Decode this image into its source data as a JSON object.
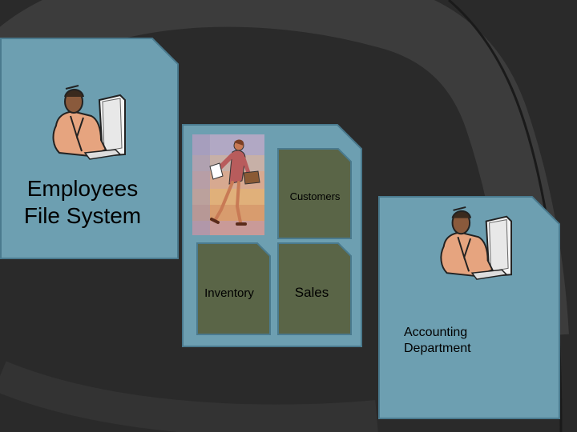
{
  "slide": {
    "colors": {
      "background": "#2a2a2a",
      "arc": "#3f3f3f",
      "card_fill": "#6d9fb1",
      "card_border": "#4a7a8e",
      "inner_fill": "#5a6547",
      "inner_border": "#4a7a8e"
    }
  },
  "cards": {
    "employees": {
      "title_line1": "Employees",
      "title_line2": "File System",
      "icon": "office-worker-at-computer-clipart"
    },
    "departments": {
      "customers_label": "Customers",
      "inventory_label": "Inventory",
      "sales_label": "Sales",
      "photo_icon": "businesswoman-walking-clipart"
    },
    "accounting": {
      "title_line1": "Accounting",
      "title_line2": "Department",
      "icon": "office-worker-at-computer-clipart"
    }
  }
}
